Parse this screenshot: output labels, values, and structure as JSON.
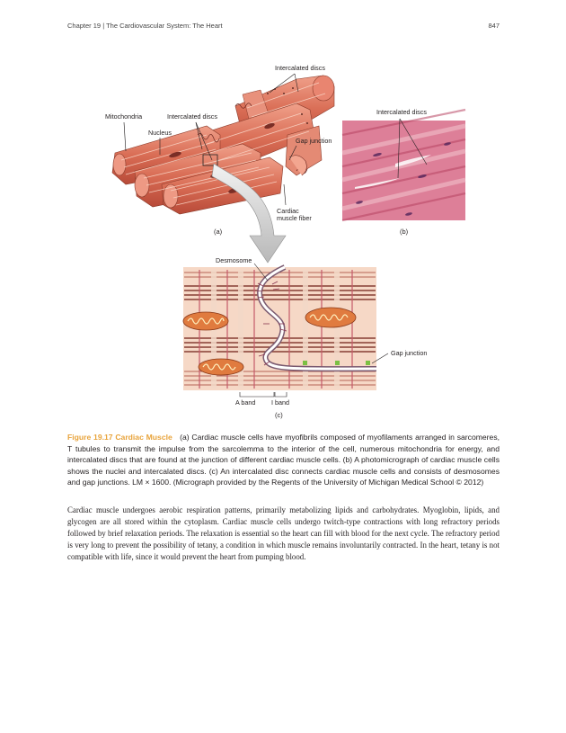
{
  "header": {
    "chapter": "Chapter 19 | The Cardiovascular System: The Heart",
    "page_number": "847"
  },
  "figure": {
    "panel_a": {
      "labels": {
        "intercalated_discs_top": "Intercalated discs",
        "mitochondria": "Mitochondria",
        "intercalated_discs_left": "Intercalated discs",
        "nucleus": "Nucleus",
        "gap_junction": "Gap junction",
        "cardiac_muscle_fiber_1": "Cardiac",
        "cardiac_muscle_fiber_2": "muscle fiber"
      },
      "id": "(a)"
    },
    "panel_b": {
      "labels": {
        "intercalated_discs": "Intercalated discs"
      },
      "id": "(b)"
    },
    "panel_c": {
      "labels": {
        "desmosome": "Desmosome",
        "gap_junction": "Gap junction",
        "a_band": "A band",
        "i_band": "I band"
      },
      "id": "(c)"
    }
  },
  "caption": {
    "number": "Figure 19.17 Cardiac Muscle",
    "text": "(a) Cardiac muscle cells have myofibrils composed of myofilaments arranged in sarcomeres, T tubules to transmit the impulse from the sarcolemma to the interior of the cell, numerous mitochondria for energy, and intercalated discs that are found at the junction of different cardiac muscle cells. (b) A photomicrograph of cardiac muscle cells shows the nuclei and intercalated discs. (c) An intercalated disc connects cardiac muscle cells and consists of desmosomes and gap junctions. LM × 1600. (Micrograph provided by the Regents of the University of Michigan Medical School © 2012)"
  },
  "body_paragraph": "Cardiac muscle undergoes aerobic respiration patterns, primarily metabolizing lipids and carbohydrates. Myoglobin, lipids, and glycogen are all stored within the cytoplasm. Cardiac muscle cells undergo twitch-type contractions with long refractory periods followed by brief relaxation periods. The relaxation is essential so the heart can fill with blood for the next cycle. The refractory period is very long to prevent the possibility of tetany, a condition in which muscle remains involuntarily contracted. In the heart, tetany is not compatible with life, since it would prevent the heart from pumping blood."
}
